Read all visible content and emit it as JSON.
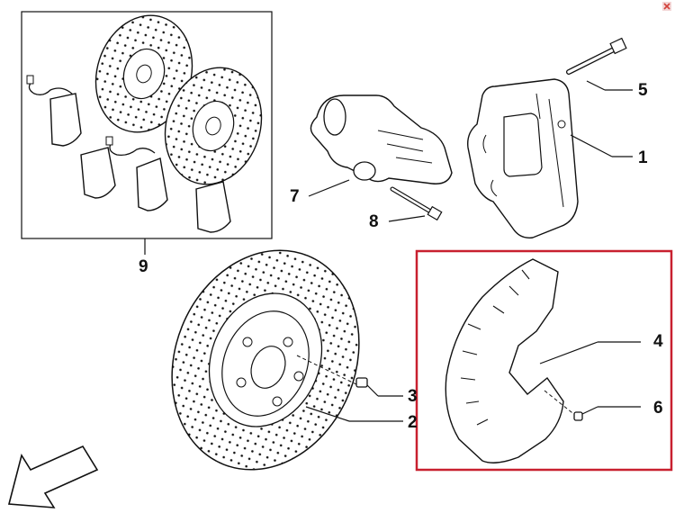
{
  "diagram": {
    "colors": {
      "highlight": "#c8202f",
      "line": "#111111",
      "part_fill": "#ffffff"
    },
    "callouts": [
      {
        "id": "1",
        "label": "1"
      },
      {
        "id": "2",
        "label": "2"
      },
      {
        "id": "3",
        "label": "3"
      },
      {
        "id": "4",
        "label": "4"
      },
      {
        "id": "5",
        "label": "5"
      },
      {
        "id": "6",
        "label": "6"
      },
      {
        "id": "7",
        "label": "7"
      },
      {
        "id": "8",
        "label": "8"
      },
      {
        "id": "9",
        "label": "9"
      }
    ]
  },
  "toolbar": {
    "close_icon": "close-icon"
  }
}
